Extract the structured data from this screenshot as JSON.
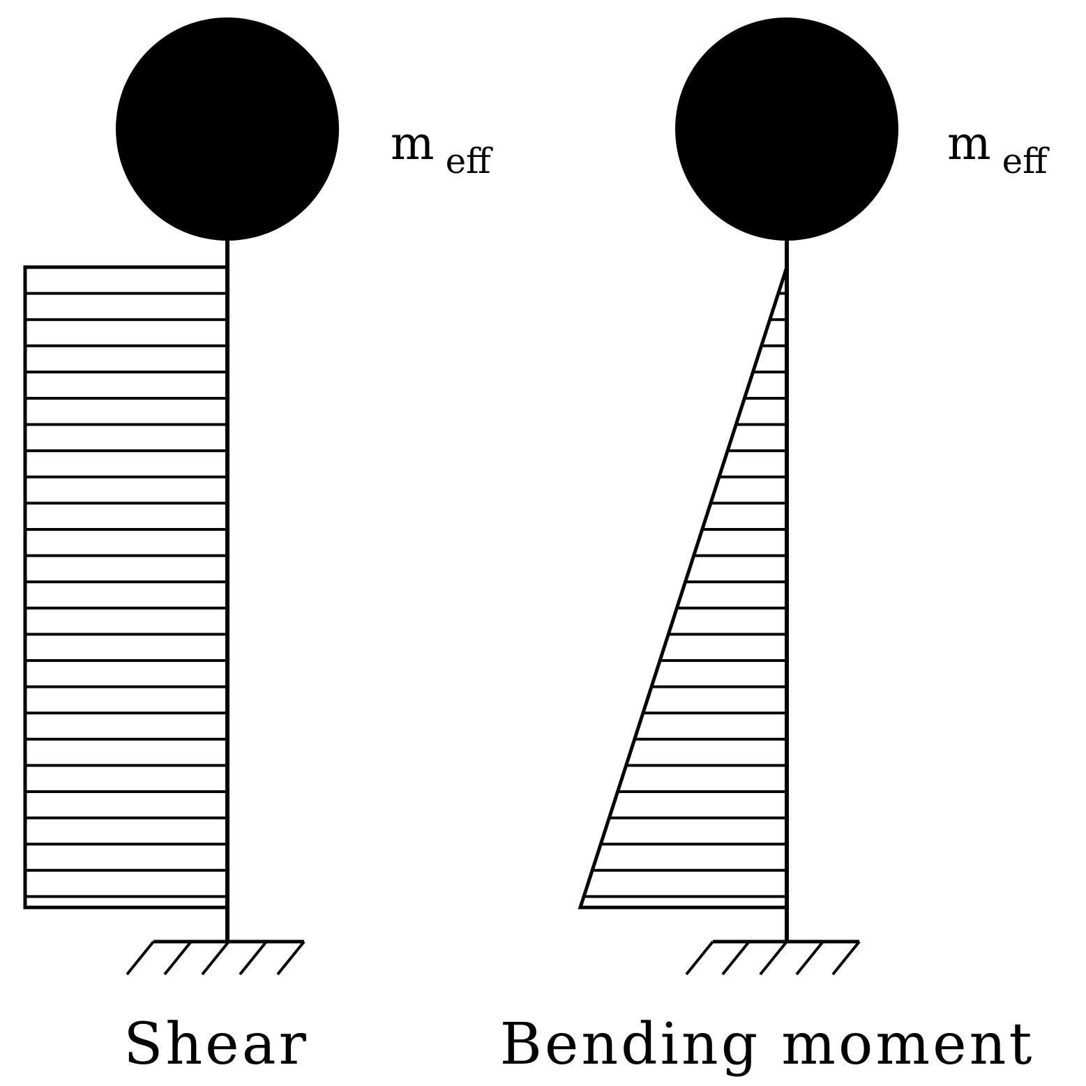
{
  "panels": [
    {
      "id": "shear",
      "mass_label": "m",
      "mass_subscript": "eff",
      "caption": "Shear",
      "distribution": "uniform"
    },
    {
      "id": "bending",
      "mass_label": "m",
      "mass_subscript": "eff",
      "caption": "Bending moment",
      "distribution": "linear"
    }
  ],
  "colors": {
    "ink": "#000000",
    "background": "#ffffff"
  }
}
